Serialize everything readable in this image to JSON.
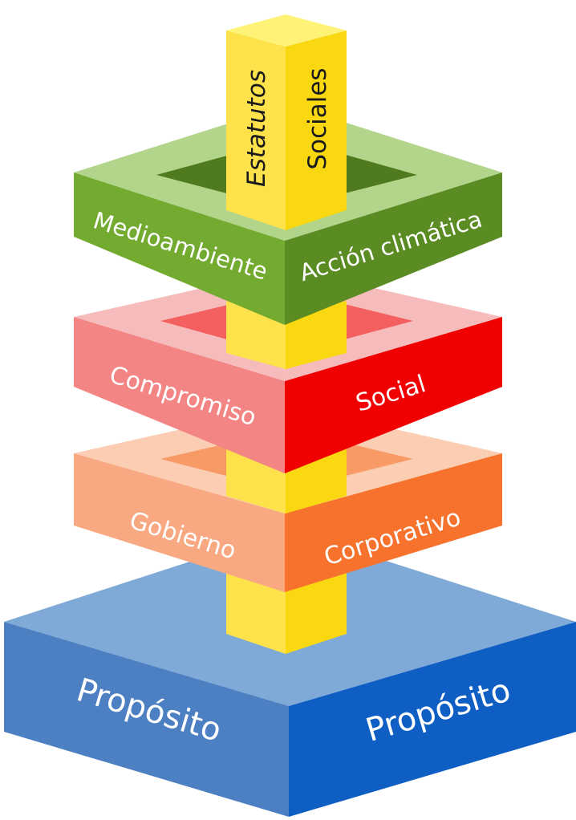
{
  "pillar": {
    "left_label": "Estatutos",
    "right_label": "Sociales",
    "colors": {
      "top": "#fef376",
      "left": "#fde24c",
      "right": "#f9d812"
    }
  },
  "layers": [
    {
      "id": "medioambiente",
      "left_label": "Medioambiente",
      "right_label": "Acción climática",
      "colors": {
        "top": "#b2d58b",
        "left": "#72ab2f",
        "right": "#5b8c24",
        "inner": "#4f7a1e"
      }
    },
    {
      "id": "compromiso",
      "left_label": "Compromiso",
      "right_label": "Social",
      "colors": {
        "top": "#f6bcbc",
        "left": "#f48585",
        "right": "#f00000",
        "inner": "#f45f5f"
      }
    },
    {
      "id": "gobierno",
      "left_label": "Gobierno",
      "right_label": "Corporativo",
      "colors": {
        "top": "#fbcdb2",
        "left": "#f9a981",
        "right": "#f7722d",
        "inner": "#f89a66"
      }
    }
  ],
  "base": {
    "left_label": "Propósito",
    "right_label": "Propósito",
    "colors": {
      "top": "#7fa9d6",
      "left": "#4d80c2",
      "right": "#0f5ec4"
    }
  }
}
